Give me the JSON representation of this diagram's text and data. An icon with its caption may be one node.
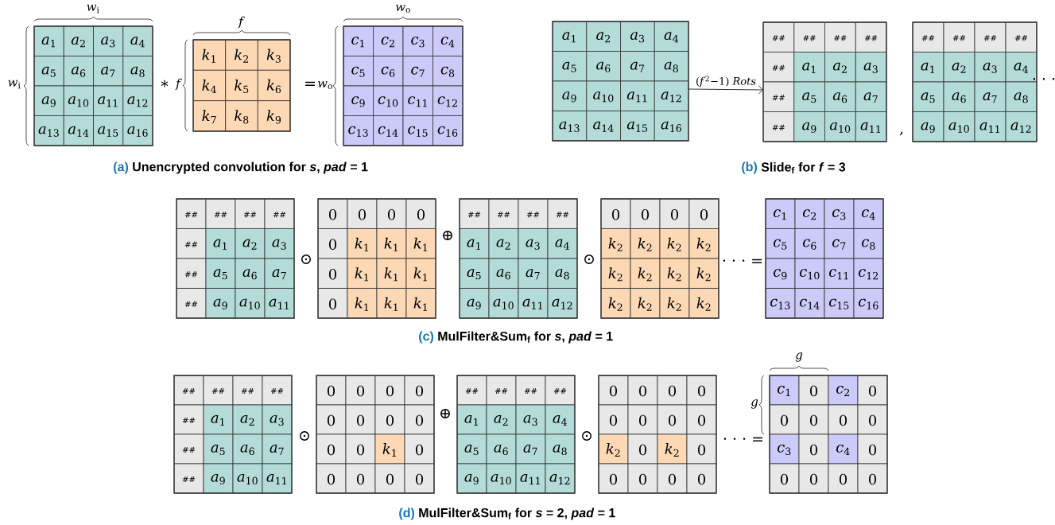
{
  "diagram": {
    "nodes": [
      {
        "text": [
          "*a*$_{1}$",
          "*a*$_{2}$",
          "*a*$_{3}$",
          "*a*$_{4}$",
          "*a*$_{5}$",
          "*a*$_{6}$",
          "*a*$_{7}$",
          "*a*$_{8}$",
          "*a*$_{9}$",
          "*a*$_{10}$",
          "*a*$_{11}$",
          "*a*$_{12}$",
          "*a*$_{13}$",
          "*a*$_{14}$",
          "*a*$_{15}$",
          "*a*$_{16}$"
        ]
      },
      {
        "text": [
          "*k*$_{1}$",
          "*k*$_{2}$",
          "*k*$_{3}$",
          "*k*$_{4}$",
          "*k*$_{5}$",
          "*k*$_{6}$",
          "*k*$_{7}$",
          "*k*$_{8}$",
          "*k*$_{9}$"
        ]
      },
      {
        "text": [
          "*c*$_{1}$",
          "*c*$_{2}$",
          "*c*$_{3}$",
          "*c*$_{4}$",
          "*c*$_{5}$",
          "*c*$_{6}$",
          "*c*$_{7}$",
          "*c*$_{8}$",
          "*c*$_{9}$",
          "*c*$_{10}$",
          "*c*$_{11}$",
          "*c*$_{12}$",
          "*c*$_{13}$",
          "*c*$_{14}$",
          "*c*$_{15}$",
          "*c*$_{16}$"
        ]
      },
      {
        "text": [
          "*a*$_{1}$",
          "*a*$_{2}$",
          "*a*$_{3}$",
          "*a*$_{4}$",
          "*a*$_{5}$",
          "*a*$_{6}$",
          "*a*$_{7}$",
          "*a*$_{8}$",
          "*a*$_{9}$",
          "*a*$_{10}$",
          "*a*$_{11}$",
          "*a*$_{12}$",
          "*a*$_{13}$",
          "*a*$_{14}$",
          "*a*$_{15}$",
          "*a*$_{16}$"
        ]
      },
      {
        "text": [
          "##",
          "##",
          "##",
          "##",
          "##",
          "*a*$_{1}$",
          "*a*$_{2}$",
          "*a*$_{3}$",
          "##",
          "*a*$_{5}$",
          "*a*$_{6}$",
          "*a*$_{7}$",
          "##",
          "*a*$_{9}$",
          "*a*$_{10}$",
          "*a*$_{11}$"
        ]
      },
      {
        "text": [
          "##",
          "##",
          "##",
          "##",
          "*a*$_{1}$",
          "*a*$_{2}$",
          "*a*$_{3}$",
          "*a*$_{4}$",
          "*a*$_{5}$",
          "*a*$_{6}$",
          "*a*$_{7}$",
          "*a*$_{8}$",
          "*a*$_{9}$",
          "*a*$_{10}$",
          "*a*$_{11}$",
          "*a*$_{12}$"
        ]
      },
      {
        "text": [
          "##",
          "##",
          "##",
          "##",
          "##",
          "*a*$_{1}$",
          "*a*$_{2}$",
          "*a*$_{3}$",
          "##",
          "*a*$_{5}$",
          "*a*$_{6}$",
          "*a*$_{7}$",
          "##",
          "*a*$_{9}$",
          "*a*$_{10}$",
          "*a*$_{11}$"
        ]
      },
      {
        "text": [
          "0",
          "0",
          "0",
          "0",
          "0",
          "*k*$_{1}$",
          "*k*$_{1}$",
          "*k*$_{1}$",
          "0",
          "*k*$_{1}$",
          "*k*$_{1}$",
          "*k*$_{1}$",
          "0",
          "*k*$_{1}$",
          "*k*$_{1}$",
          "*k*$_{1}$"
        ]
      },
      {
        "text": [
          "##",
          "##",
          "##",
          "##",
          "*a*$_{1}$",
          "*a*$_{2}$",
          "*a*$_{3}$",
          "*a*$_{4}$",
          "*a*$_{5}$",
          "*a*$_{6}$",
          "*a*$_{7}$",
          "*a*$_{8}$",
          "*a*$_{9}$",
          "*a*$_{10}$",
          "*a*$_{11}$",
          "*a*$_{12}$"
        ]
      },
      {
        "text": [
          "0",
          "0",
          "0",
          "0",
          "*k*$_{2}$",
          "*k*$_{2}$",
          "*k*$_{2}$",
          "*k*$_{2}$",
          "*k*$_{2}$",
          "*k*$_{2}$",
          "*k*$_{2}$",
          "*k*$_{2}$",
          "*k*$_{2}$",
          "*k*$_{2}$",
          "*k*$_{2}$",
          "*k*$_{2}$"
        ]
      },
      {
        "text": [
          "*c*$_{1}$",
          "*c*$_{2}$",
          "*c*$_{3}$",
          "*c*$_{4}$",
          "*c*$_{5}$",
          "*c*$_{6}$",
          "*c*$_{7}$",
          "*c*$_{8}$",
          "*c*$_{9}$",
          "*c*$_{10}$",
          "*c*$_{11}$",
          "*c*$_{12}$",
          "*c*$_{13}$",
          "*c*$_{14}$",
          "*c*$_{15}$",
          "*c*$_{16}$"
        ]
      },
      {
        "text": [
          "##",
          "##",
          "##",
          "##",
          "##",
          "*a*$_{1}$",
          "*a*$_{2}$",
          "*a*$_{3}$",
          "##",
          "*a*$_{5}$",
          "*a*$_{6}$",
          "*a*$_{7}$",
          "##",
          "*a*$_{9}$",
          "*a*$_{10}$",
          "*a*$_{11}$"
        ]
      },
      {
        "text": [
          "0",
          "0",
          "0",
          "0",
          "0",
          "0",
          "0",
          "0",
          "0",
          "0",
          "*k*$_{1}$",
          "0",
          "0",
          "0",
          "0",
          "0"
        ]
      },
      {
        "text": [
          "##",
          "##",
          "##",
          "##",
          "*a*$_{1}$",
          "*a*$_{2}$",
          "*a*$_{3}$",
          "*a*$_{4}$",
          "*a*$_{5}$",
          "*a*$_{6}$",
          "*a*$_{7}$",
          "*a*$_{8}$",
          "*a*$_{9}$",
          "*a*$_{10}$",
          "*a*$_{11}$",
          "*a*$_{12}$"
        ]
      },
      {
        "text": [
          "0",
          "0",
          "0",
          "0",
          "0",
          "0",
          "0",
          "0",
          "*k*$_{2}$",
          "0",
          "*k*$_{2}$",
          "0",
          "0",
          "0",
          "0",
          "0"
        ]
      },
      {
        "text": [
          "*c*$_{1}$",
          "0",
          "*c*$_{2}$",
          "0",
          "0",
          "0",
          "0",
          "0",
          "*c*$_{3}$",
          "0",
          "*c*$_{4}$",
          "0",
          "0",
          "0",
          "0",
          "0"
        ]
      }
    ],
    "edges": [
      {
        "from": 3,
        "to": 4,
        "arrow": "to",
        "label": "(*f*$^{2}$−1) *Rots*"
      }
    ],
    "labels": [
      "*w*$_{i}$",
      "*f*",
      "*w*$_{o}$",
      "*w*$_{i}$",
      "∗",
      "*f*",
      "=",
      "*w*$_{o}$",
      "(a)",
      "Unencrypted convolution for *s*, *pad* = 1",
      ",",
      "· · ·",
      "(b)",
      "Slide$_{f}$ for *f* = 3",
      "⊙",
      "⊕",
      "⊙",
      "· · · =",
      "(c)",
      "MulFilter&Sum$_{f}$ for *s*, *pad* = 1",
      "*g*",
      "*g*",
      "⊙",
      "⊕",
      "⊙",
      "· · · =",
      "(d)",
      "MulFilter&Sum$_{f}$ for *s* = 2, *pad* = 1"
    ]
  }
}
